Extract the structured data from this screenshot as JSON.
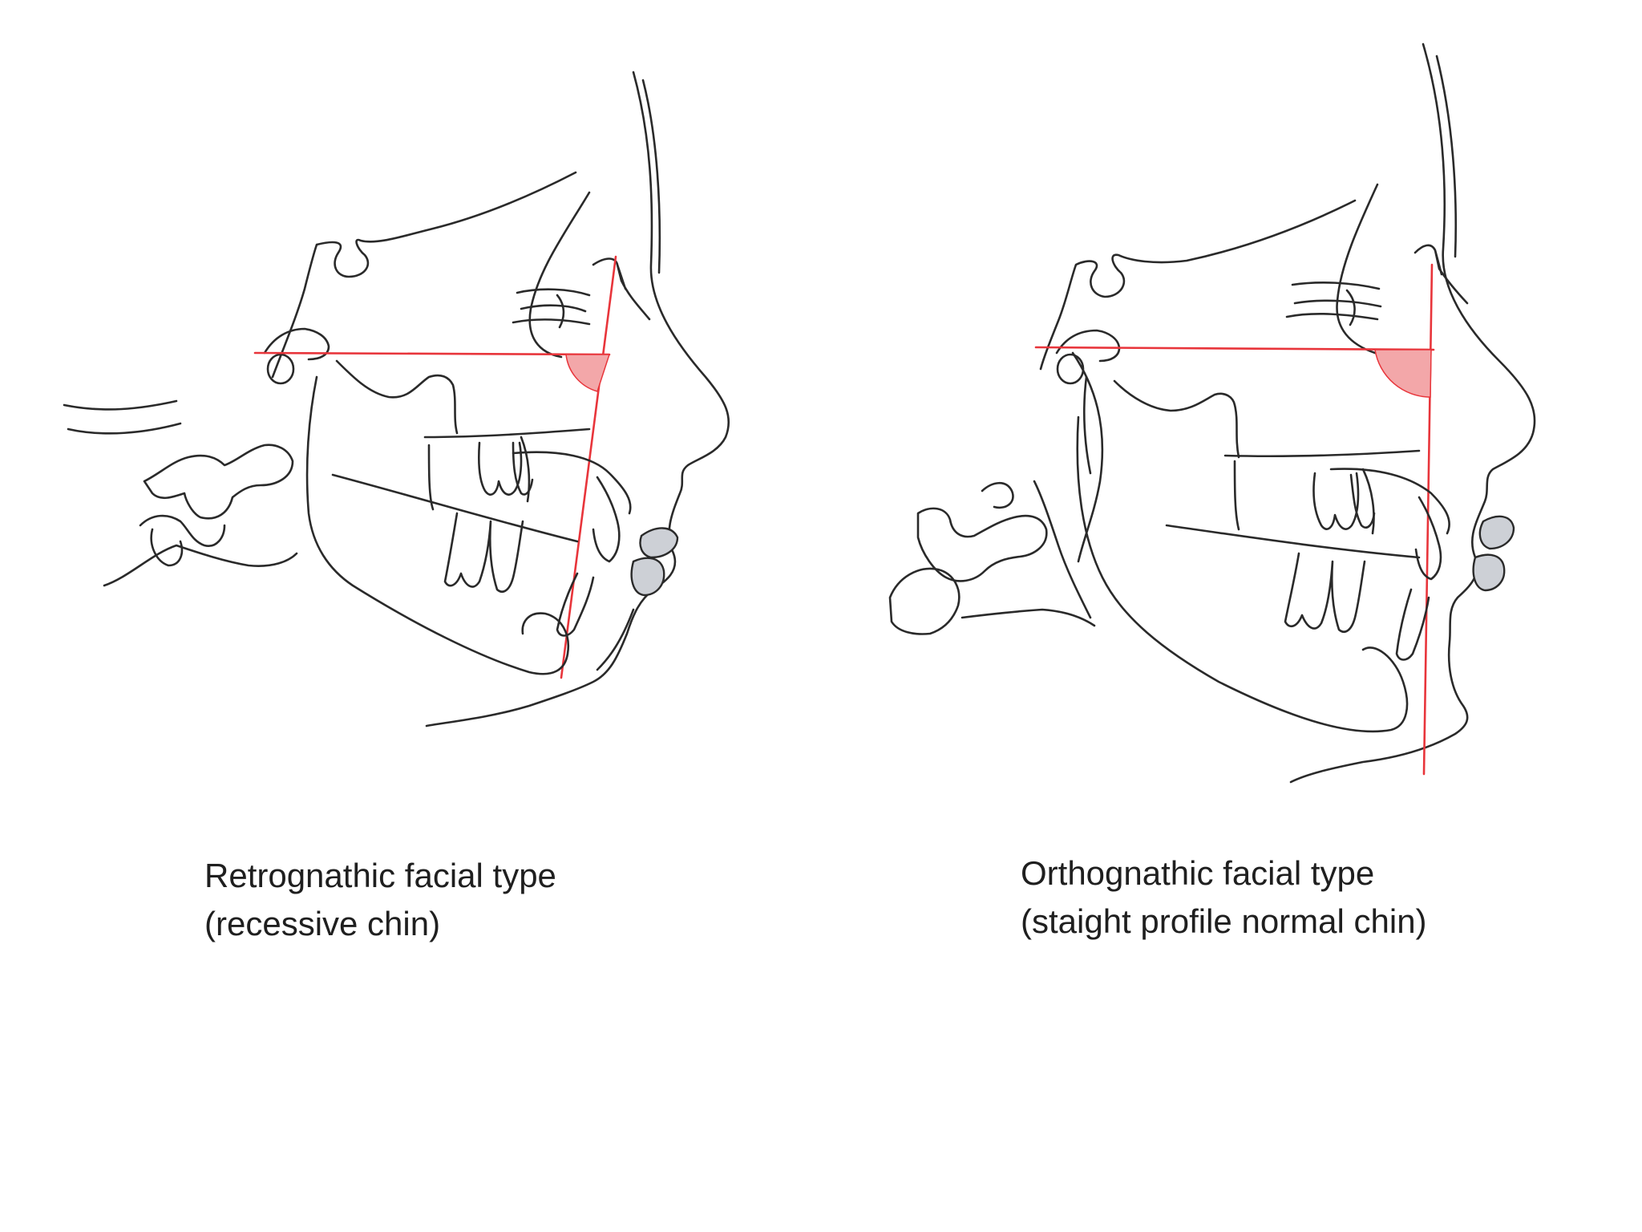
{
  "colors": {
    "line": "#2a2a2a",
    "reference_line": "#e8353b",
    "angle_fill": "#f3a7a9",
    "lip_fill": "#cdd0d6",
    "background": "#ffffff"
  },
  "panels": [
    {
      "id": "retrognathic",
      "caption_line1": "Retrognathic facial type",
      "caption_line2": "(recessive chin)"
    },
    {
      "id": "orthognathic",
      "caption_line1": "Orthognathic facial type",
      "caption_line2": "(staight profile normal chin)"
    }
  ]
}
